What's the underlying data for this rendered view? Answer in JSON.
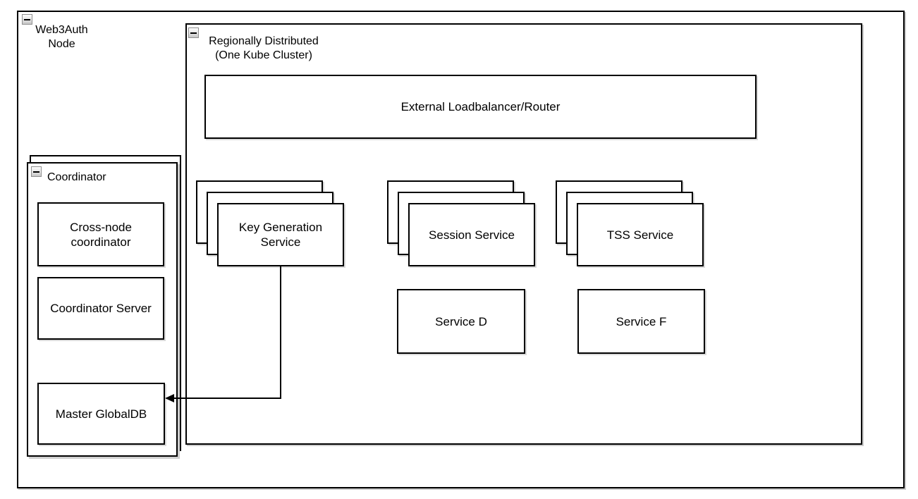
{
  "diagram": {
    "web3auth_node": {
      "label_lines": [
        "Web3Auth",
        "Node"
      ]
    },
    "region": {
      "label_lines": [
        "Regionally Distributed",
        "(One Kube Cluster)"
      ]
    },
    "loadbalancer": {
      "label": "External Loadbalancer/Router"
    },
    "stacks": [
      {
        "label_lines": [
          "Key Generation",
          "Service"
        ]
      },
      {
        "label_lines": [
          "Session Service",
          ""
        ]
      },
      {
        "label_lines": [
          "TSS Service",
          ""
        ]
      }
    ],
    "services": [
      {
        "label": "Service D"
      },
      {
        "label": "Service F"
      }
    ],
    "coordinator": {
      "label": "Coordinator",
      "boxes": [
        {
          "label_lines": [
            "Cross-node",
            "coordinator"
          ]
        },
        {
          "label_lines": [
            "Coordinator Server",
            ""
          ]
        },
        {
          "label_lines": [
            "Master GlobalDB",
            ""
          ]
        }
      ]
    },
    "edge": {
      "from": "Key Generation Service",
      "to": "Master GlobalDB"
    },
    "icons": {
      "collapse": "minus-button"
    },
    "colors": {
      "stroke": "#000000",
      "fill": "#ffffff",
      "collapse_border": "#8f8f8f"
    }
  }
}
